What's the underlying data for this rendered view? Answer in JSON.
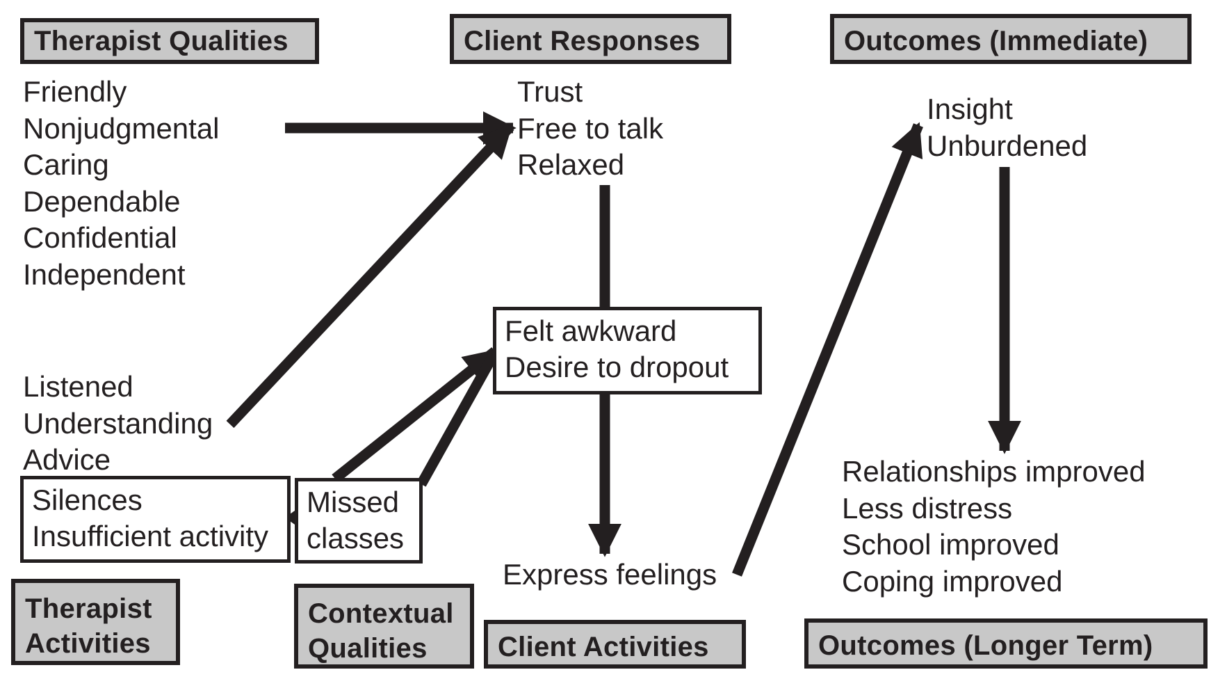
{
  "headers": {
    "therapist_qualities": "Therapist Qualities",
    "client_responses": "Client Responses",
    "outcomes_immediate": "Outcomes (Immediate)",
    "therapist_activities": [
      "Therapist",
      "Activities"
    ],
    "contextual_qualities": [
      "Contextual",
      "Qualities"
    ],
    "client_activities": "Client Activities",
    "outcomes_longer_term": "Outcomes (Longer Term)"
  },
  "therapist_qualities_list": [
    "Friendly",
    "Nonjudgmental",
    "Caring",
    "Dependable",
    "Confidential",
    "Independent"
  ],
  "therapist_activities_list": [
    "Listened",
    "Understanding",
    "Advice"
  ],
  "therapist_activities_negative": [
    "Silences",
    "Insufficient activity"
  ],
  "contextual_box": [
    "Missed",
    "classes"
  ],
  "client_responses_list": [
    "Trust",
    "Free to talk",
    "Relaxed"
  ],
  "client_responses_negative": [
    "Felt awkward",
    "Desire to dropout"
  ],
  "client_activities_item": "Express feelings",
  "outcomes_immediate_list": [
    "Insight",
    "Unburdened"
  ],
  "outcomes_longer_term_list": [
    "Relationships improved",
    "Less distress",
    "School improved",
    "Coping improved"
  ],
  "colors": {
    "ink": "#231f20",
    "header_fill": "#c8c8c8",
    "background": "#ffffff"
  }
}
